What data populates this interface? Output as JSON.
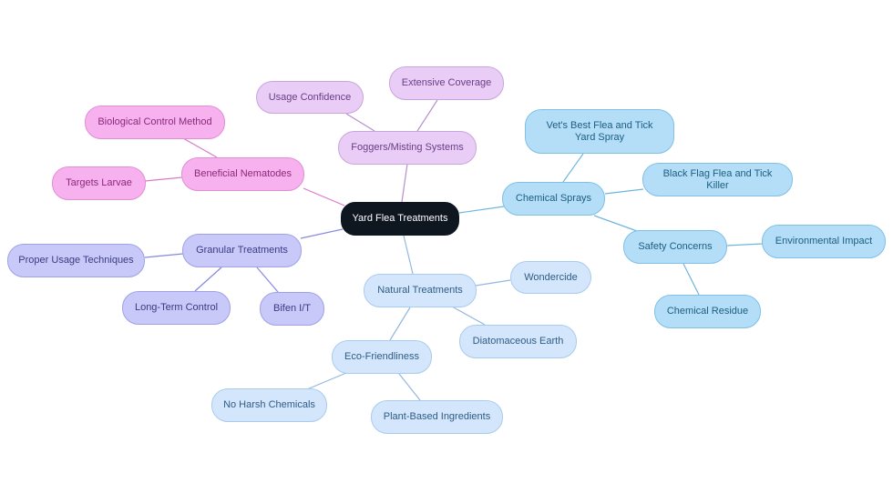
{
  "diagram": {
    "root": {
      "label": "Yard Flea Treatments"
    },
    "colors": {
      "pink": "#f7b1ee",
      "purple": "#e9cdf6",
      "blue": "#b4ddf7",
      "light_blue": "#d3e6fb",
      "indigo": "#c8c9f8",
      "root": "#0e1620"
    },
    "branches": {
      "foggers": {
        "label": "Foggers/Misting Systems",
        "children": [
          "Usage Confidence",
          "Extensive Coverage"
        ]
      },
      "nematodes": {
        "label": "Beneficial Nematodes",
        "children": [
          "Biological Control Method",
          "Targets Larvae"
        ]
      },
      "chemical": {
        "label": "Chemical Sprays",
        "children": [
          "Vet's Best Flea and Tick Yard Spray",
          "Black Flag Flea and Tick Killer"
        ],
        "safety": {
          "label": "Safety Concerns",
          "children": [
            "Environmental Impact",
            "Chemical Residue"
          ]
        }
      },
      "granular": {
        "label": "Granular Treatments",
        "children": [
          "Proper Usage Techniques",
          "Long-Term Control",
          "Bifen I/T"
        ]
      },
      "natural": {
        "label": "Natural Treatments",
        "children": [
          "Wondercide",
          "Diatomaceous Earth"
        ],
        "eco": {
          "label": "Eco-Friendliness",
          "children": [
            "No Harsh Chemicals",
            "Plant-Based Ingredients"
          ]
        }
      }
    }
  }
}
